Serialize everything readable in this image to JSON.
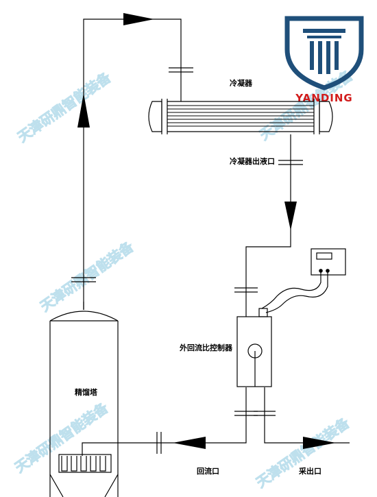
{
  "labels": {
    "condenser": "冷凝器",
    "condenser_outlet": "冷凝器出液口",
    "reflux_controller": "外回流比控制器",
    "column": "精馏塔",
    "reflux_port": "回流口",
    "product_port": "采出口"
  },
  "logo": {
    "text": "YANDING",
    "shield_color": "#1f4f7a",
    "text_color": "#d21b1b"
  },
  "watermarks": [
    "天津研鼎智能装备",
    "天津研鼎智能装备",
    "天津研鼎智能装备",
    "天津研鼎智能装备",
    "天津研鼎智能装备"
  ],
  "colors": {
    "line": "#000000",
    "watermark": "#a9d6e8"
  }
}
